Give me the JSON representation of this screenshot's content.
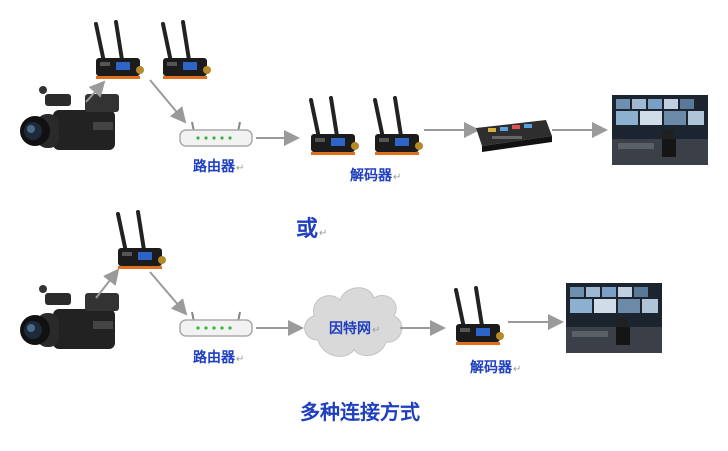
{
  "diagram": {
    "top": {
      "router_label": "路由器",
      "decoder_label": "解码器"
    },
    "separator_label": "或",
    "bottom": {
      "router_label": "路由器",
      "internet_label": "因特网",
      "decoder_label": "解码器"
    },
    "caption": "多种连接方式",
    "return_mark": "↵"
  },
  "colors": {
    "label": "#1f3fbf",
    "arrow": "#9a9a9a",
    "device_body": "#1b1b1b",
    "device_accent": "#e07020",
    "cloud": "#d9d9d9"
  }
}
